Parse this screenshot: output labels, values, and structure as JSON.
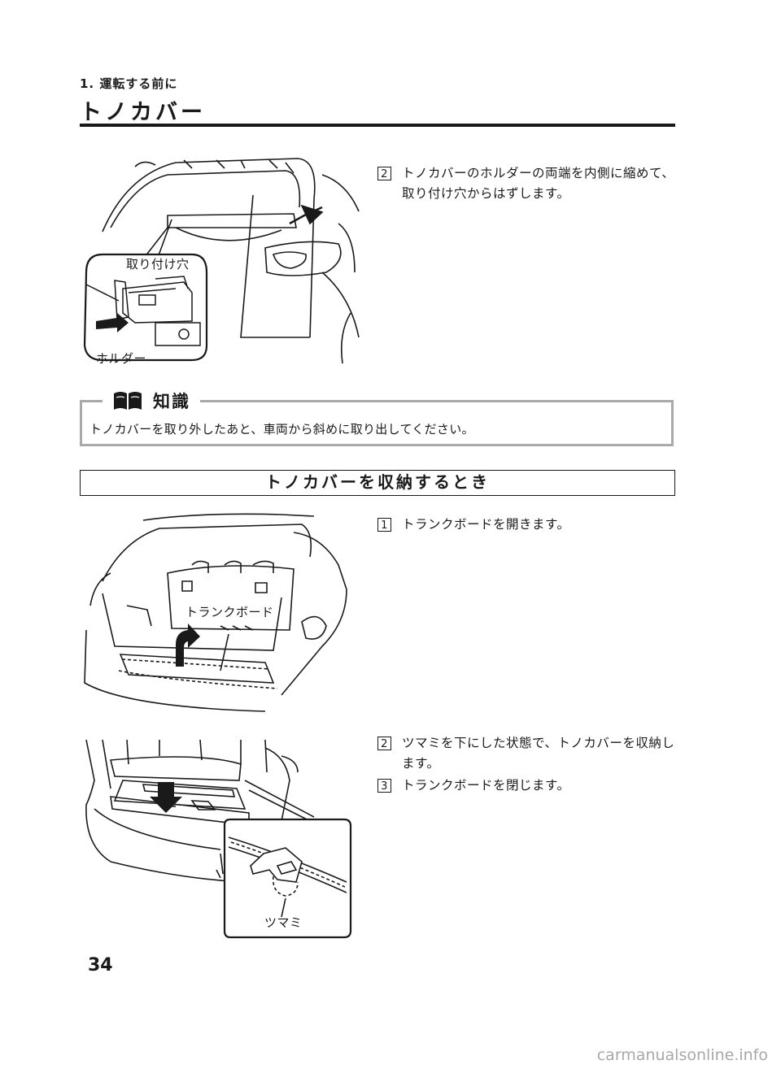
{
  "header": {
    "section_label": "1. 運転する前に",
    "title": "トノカバー"
  },
  "removal": {
    "steps": [
      {
        "num": "2",
        "text": "トノカバーのホルダーの両端を内側に縮めて、取り付け穴からはずします。"
      }
    ],
    "callouts": {
      "hole": "取り付け穴",
      "holder": "ホルダー"
    }
  },
  "knowledge": {
    "title": "知識",
    "icon": "book-icon",
    "text": "トノカバーを取り外したあと、車両から斜めに取り出してください。"
  },
  "storage": {
    "title": "トノカバーを収納するとき",
    "steps": [
      {
        "num": "1",
        "text": "トランクボードを開きます。"
      },
      {
        "num": "2",
        "text": "ツマミを下にした状態で、トノカバーを収納します。"
      },
      {
        "num": "3",
        "text": "トランクボードを閉じます。"
      }
    ],
    "callouts": {
      "board": "トランクボード",
      "knob": "ツマミ"
    }
  },
  "footer": {
    "page_number": "34",
    "watermark": "carmanualsonline.info"
  }
}
